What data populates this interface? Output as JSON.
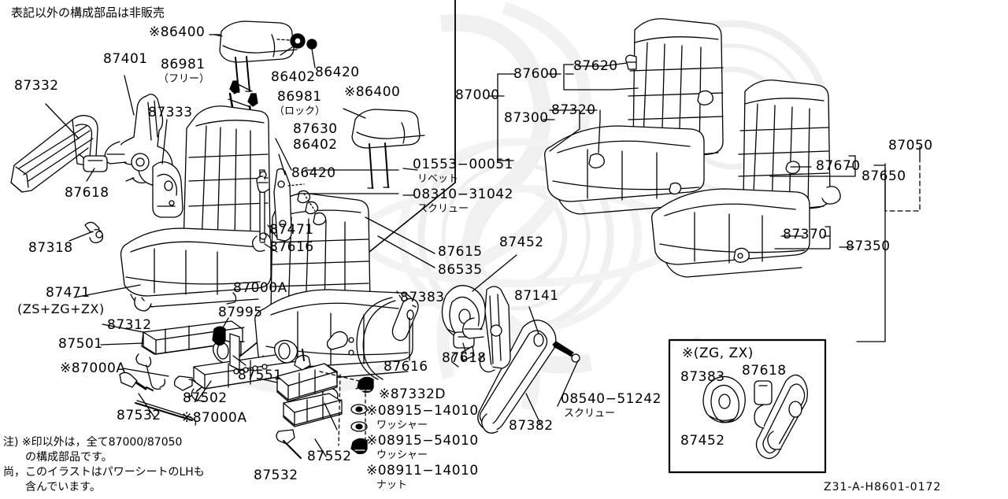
{
  "diagram": {
    "header_note": "表記以外の構成部品は非販売",
    "drawing_code": "Z31-A-H8601-0172",
    "footnote_lines": [
      "注) ※印以外は，全て87000/87050",
      "　　の構成部品です。",
      "尚，このイラストはパワーシートのLHも",
      "　　含んでいます。"
    ],
    "inset": {
      "title": "※(ZG, ZX)",
      "labels": [
        {
          "id": "inset-87383",
          "text": "87383"
        },
        {
          "id": "inset-87618",
          "text": "87618"
        },
        {
          "id": "inset-87452",
          "text": "87452"
        }
      ]
    },
    "callouts": [
      {
        "id": "c-87332",
        "text": "87332"
      },
      {
        "id": "c-87401",
        "text": "87401"
      },
      {
        "id": "c-86981-free",
        "text": "86981"
      },
      {
        "id": "c-86981-free-jp",
        "text": "（フリー）"
      },
      {
        "id": "c-86400-top",
        "text": "※86400"
      },
      {
        "id": "c-86402-top",
        "text": "86402"
      },
      {
        "id": "c-86420-top",
        "text": "86420"
      },
      {
        "id": "c-86981-lock",
        "text": "86981"
      },
      {
        "id": "c-86981-lock-jp",
        "text": "（ロック）"
      },
      {
        "id": "c-86400-mid",
        "text": "※86400"
      },
      {
        "id": "c-87333",
        "text": "87333"
      },
      {
        "id": "c-87630",
        "text": "87630"
      },
      {
        "id": "c-86402-mid",
        "text": "86402"
      },
      {
        "id": "c-86420-mid",
        "text": "86420"
      },
      {
        "id": "c-87618-l",
        "text": "87618"
      },
      {
        "id": "c-87318",
        "text": "87318"
      },
      {
        "id": "c-01553",
        "text": "01553−00051"
      },
      {
        "id": "c-01553-jp",
        "text": "リベット"
      },
      {
        "id": "c-08310",
        "text": "08310−31042"
      },
      {
        "id": "c-08310-jp",
        "text": "スクリュー"
      },
      {
        "id": "c-87471-m",
        "text": "87471"
      },
      {
        "id": "c-87616-m",
        "text": "87616"
      },
      {
        "id": "c-87615",
        "text": "87615"
      },
      {
        "id": "c-86535",
        "text": "86535"
      },
      {
        "id": "c-87452",
        "text": "87452"
      },
      {
        "id": "c-87383",
        "text": "87383"
      },
      {
        "id": "c-87141",
        "text": "87141"
      },
      {
        "id": "c-87471-b",
        "text": "87471"
      },
      {
        "id": "c-87471-b2",
        "text": "(ZS+ZG+ZX)"
      },
      {
        "id": "c-87000A-1",
        "text": "87000A"
      },
      {
        "id": "c-87312",
        "text": "87312"
      },
      {
        "id": "c-87501",
        "text": "87501"
      },
      {
        "id": "c-87995",
        "text": "87995"
      },
      {
        "id": "c-87000A-2",
        "text": "※87000A"
      },
      {
        "id": "c-87502",
        "text": "87502"
      },
      {
        "id": "c-87000A-3",
        "text": "※87000A"
      },
      {
        "id": "c-87532-1",
        "text": "87532"
      },
      {
        "id": "c-87551",
        "text": "87551"
      },
      {
        "id": "c-87552",
        "text": "87552"
      },
      {
        "id": "c-87532-2",
        "text": "87532"
      },
      {
        "id": "c-87616-b",
        "text": "87616"
      },
      {
        "id": "c-87618-b",
        "text": "87618"
      },
      {
        "id": "c-87332D",
        "text": "※87332D"
      },
      {
        "id": "c-08915-14010",
        "text": "※08915−14010"
      },
      {
        "id": "c-08915-14010-jp",
        "text": "ワッシャー"
      },
      {
        "id": "c-08915-54010",
        "text": "※08915−54010"
      },
      {
        "id": "c-08915-54010-jp",
        "text": "ウッシャー"
      },
      {
        "id": "c-08911-14010",
        "text": "※08911−14010"
      },
      {
        "id": "c-08911-14010-jp",
        "text": "ナット"
      },
      {
        "id": "c-87382",
        "text": "87382"
      },
      {
        "id": "c-08540",
        "text": "08540−51242"
      },
      {
        "id": "c-08540-jp",
        "text": "スクリュー"
      },
      {
        "id": "c-87000",
        "text": "87000"
      },
      {
        "id": "c-87600",
        "text": "87600"
      },
      {
        "id": "c-87620",
        "text": "87620"
      },
      {
        "id": "c-87300",
        "text": "87300"
      },
      {
        "id": "c-87320",
        "text": "87320"
      },
      {
        "id": "c-87050",
        "text": "87050"
      },
      {
        "id": "c-87670",
        "text": "87670"
      },
      {
        "id": "c-87650",
        "text": "87650"
      },
      {
        "id": "c-87370",
        "text": "87370"
      },
      {
        "id": "c-87350",
        "text": "87350"
      }
    ]
  }
}
